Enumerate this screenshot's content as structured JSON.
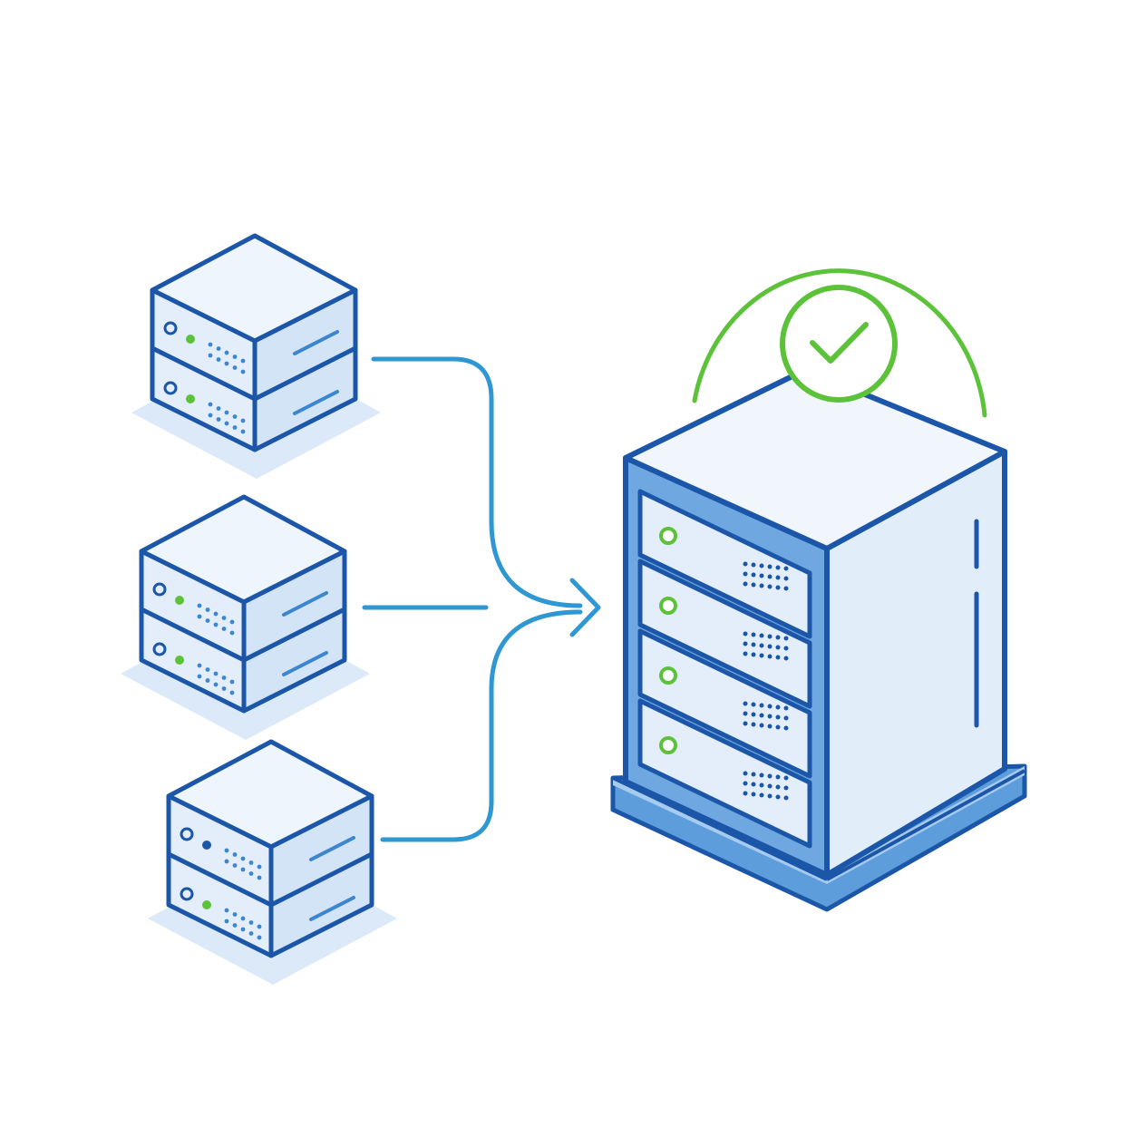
{
  "colors": {
    "outline": "#1b56a8",
    "outline_light": "#3b86cf",
    "face_top": "#eef5fd",
    "face_front": "#e4eefa",
    "face_side": "#d3e4f6",
    "tower_front": "#6fa8e0",
    "tower_side": "#e1edf9",
    "tower_top": "#f1f6fd",
    "base_fill": "#5d9ddc",
    "shadow": "#dbe9f8",
    "connector": "#2f97d2",
    "status_green": "#5cc23a",
    "led_dark": "#1b56a8"
  },
  "icons": {
    "source_node": "server-stack-icon",
    "target_node": "server-tower-icon",
    "status": "check-circle-icon",
    "arrow": "arrow-right-icon"
  },
  "diagram": {
    "source_node_count": 3,
    "units_per_source_node": 2,
    "target_drive_bays": 4,
    "status": "ok"
  }
}
